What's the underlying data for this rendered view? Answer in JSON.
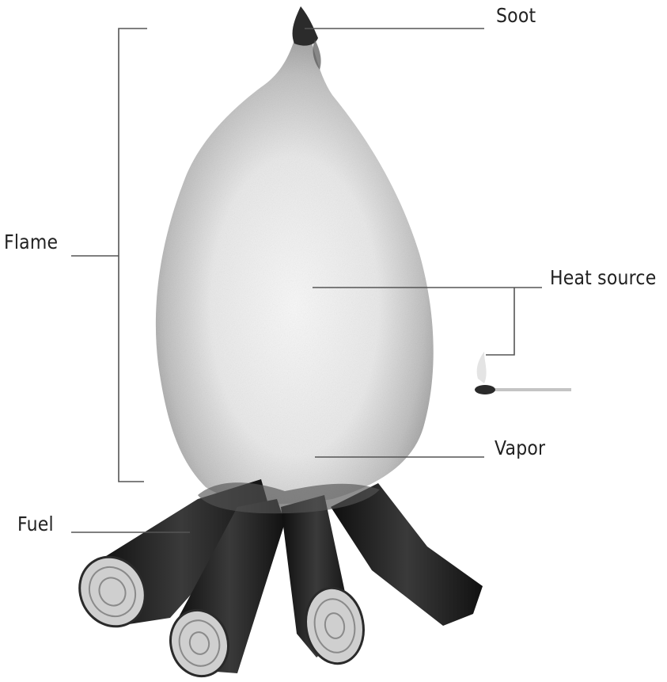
{
  "diagram": {
    "labels": {
      "soot": "Soot",
      "flame": "Flame",
      "heat_source": "Heat source",
      "vapor": "Vapor",
      "fuel": "Fuel"
    },
    "colors": {
      "flame_outer": "#9a9a9a",
      "flame_inner": "#f4f4f4",
      "soot": "#2b2b2b",
      "log_bark": "#1e1e1e",
      "log_end": "#cfcfcf",
      "leader_line": "#555555"
    },
    "icons": {
      "match": "match-icon",
      "logs": "log-icons"
    }
  }
}
